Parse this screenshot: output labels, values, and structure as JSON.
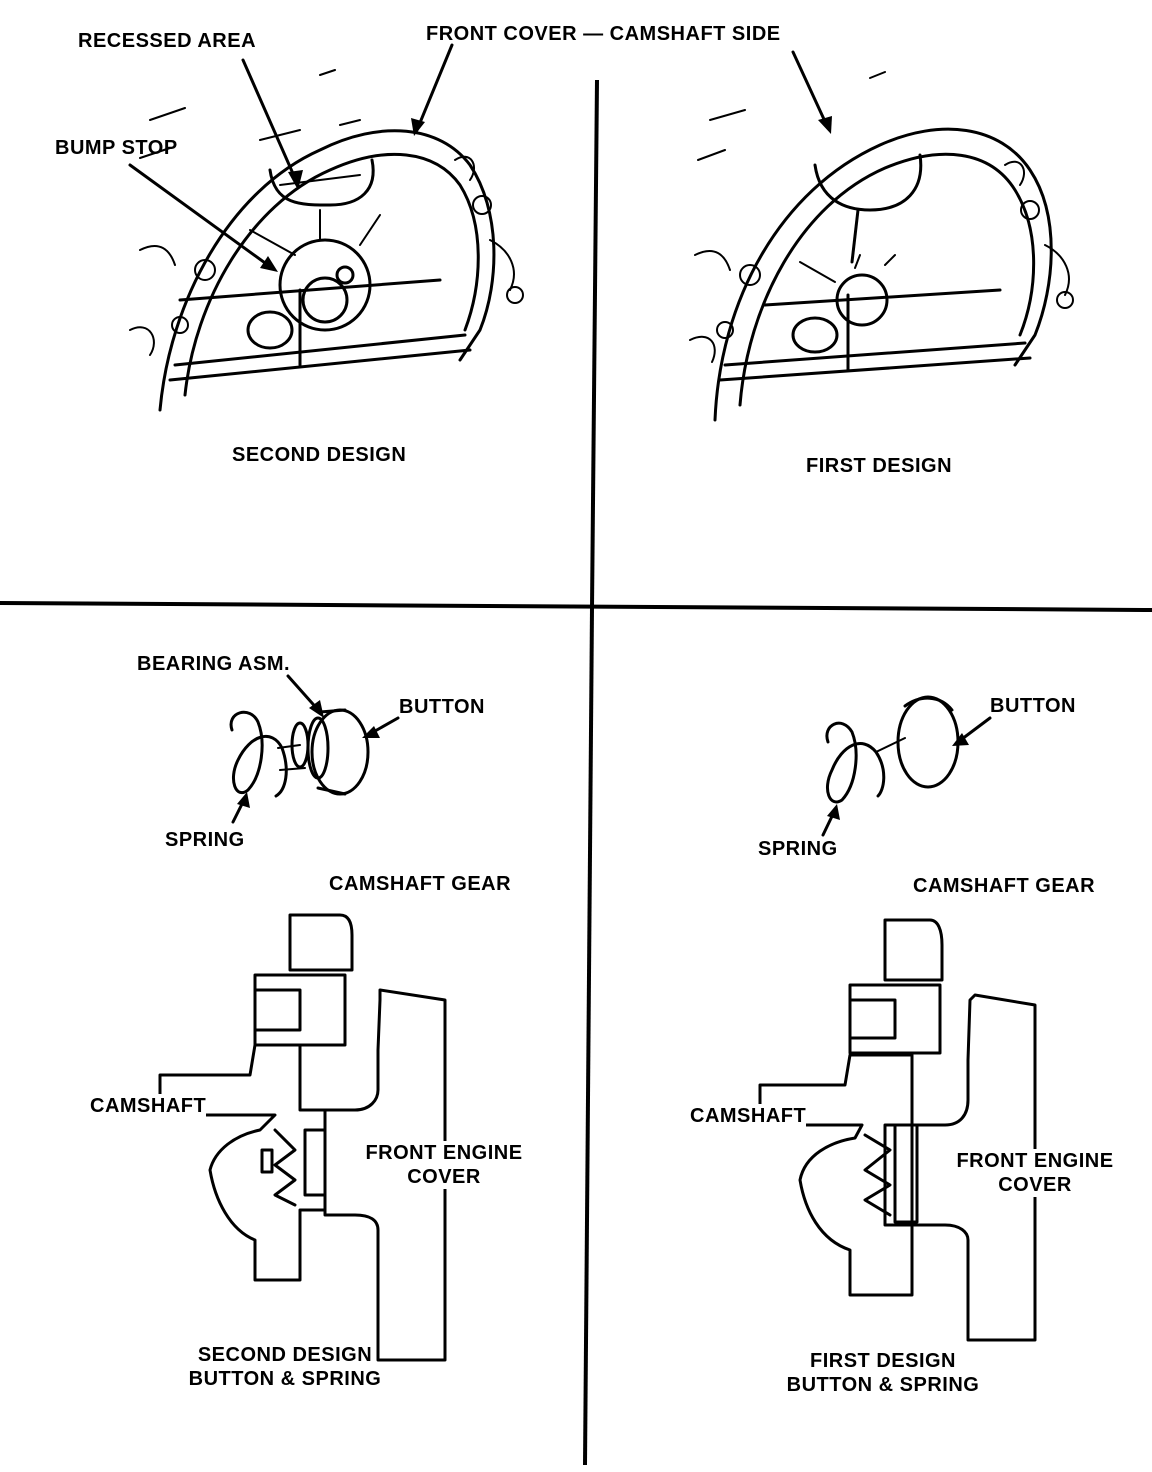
{
  "labels": {
    "front_cover_camshaft_side": "FRONT COVER — CAMSHAFT SIDE",
    "recessed_area": "RECESSED AREA",
    "bump_stop": "BUMP STOP",
    "second_design": "SECOND DESIGN",
    "first_design": "FIRST DESIGN",
    "bearing_asm": "BEARING ASM.",
    "button_left": "BUTTON",
    "button_right": "BUTTON",
    "spring_left": "SPRING",
    "spring_right": "SPRING",
    "camshaft_gear_left": "CAMSHAFT GEAR",
    "camshaft_gear_right": "CAMSHAFT GEAR",
    "camshaft_left": "CAMSHAFT",
    "camshaft_right": "CAMSHAFT",
    "front_engine_cover_left_1": "FRONT ENGINE",
    "front_engine_cover_left_2": "COVER",
    "front_engine_cover_right_1": "FRONT ENGINE",
    "front_engine_cover_right_2": "COVER",
    "second_design_bs_1": "SECOND DESIGN",
    "second_design_bs_2": "BUTTON & SPRING",
    "first_design_bs_1": "FIRST DESIGN",
    "first_design_bs_2": "BUTTON & SPRING"
  }
}
